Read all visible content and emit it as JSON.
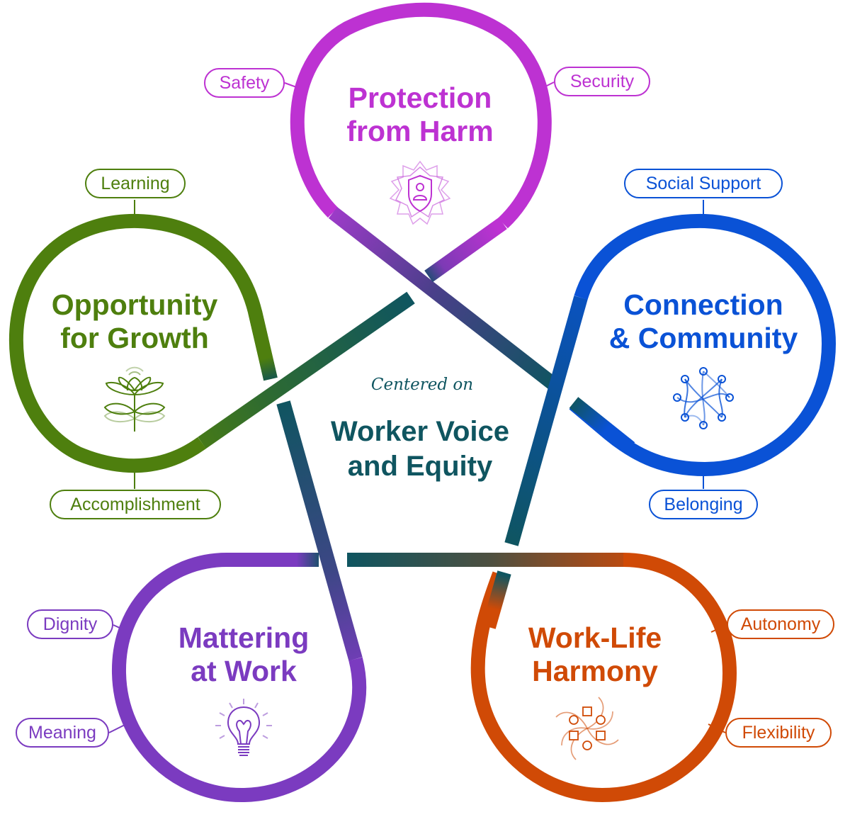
{
  "colors": {
    "protection": "#bd32d2",
    "growth": "#4e7f0e",
    "connection": "#0a52d6",
    "mattering": "#7b3bc0",
    "worklife": "#d04a06",
    "center": "#0f5560"
  },
  "center": {
    "subtitle": "Centered on",
    "title_line1": "Worker Voice",
    "title_line2": "and Equity"
  },
  "lobes": {
    "protection": {
      "title_line1": "Protection",
      "title_line2": "from Harm",
      "icon": "shield-person-icon",
      "tags": [
        "Safety",
        "Security"
      ]
    },
    "growth": {
      "title_line1": "Opportunity",
      "title_line2": "for Growth",
      "icon": "flower-icon",
      "tags": [
        "Learning",
        "Accomplishment"
      ]
    },
    "connection": {
      "title_line1": "Connection",
      "title_line2": "& Community",
      "icon": "network-icon",
      "tags": [
        "Social Support",
        "Belonging"
      ]
    },
    "mattering": {
      "title_line1": "Mattering",
      "title_line2": "at Work",
      "icon": "lightbulb-heart-icon",
      "tags": [
        "Dignity",
        "Meaning"
      ]
    },
    "worklife": {
      "title_line1": "Work-Life",
      "title_line2": "Harmony",
      "icon": "pinwheel-icon",
      "tags": [
        "Autonomy",
        "Flexibility"
      ]
    }
  }
}
